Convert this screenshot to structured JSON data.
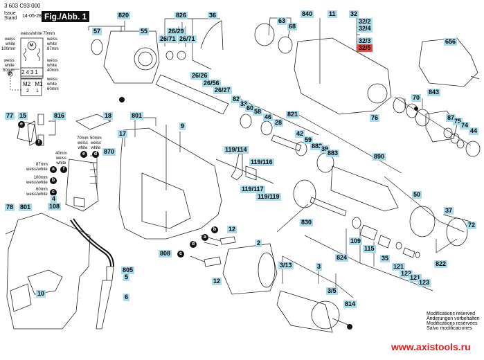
{
  "header": {
    "part_number": "3 603 C93 000",
    "issue_label_1": "Issue",
    "issue_label_2": "Stand",
    "issue_date": "14-05-28",
    "figure_label": "Fig./Abb. 1"
  },
  "wiring": {
    "top": "weiss/white 70mm",
    "left_100": [
      "weiss",
      "white",
      "100mm"
    ],
    "right_87": [
      "weiss",
      "white",
      "87mm"
    ],
    "left_50": [
      "weiss",
      "white",
      "50mm"
    ],
    "right_40": [
      "weiss",
      "white",
      "40mm"
    ],
    "right_60": [
      "weiss",
      "white",
      "60mm"
    ],
    "terminals": [
      "2",
      "4",
      "3",
      "1"
    ],
    "motors": [
      "M2",
      "M1"
    ],
    "bottom": [
      "2",
      "1"
    ],
    "motor_symbol": "M"
  },
  "switch_wires": {
    "e": [
      "70mm",
      "weiss",
      "white"
    ],
    "d": [
      "50mm",
      "weiss",
      "white"
    ],
    "f": [
      "40mm",
      "weiss",
      "white"
    ],
    "a": [
      "87mm",
      "weiss/white"
    ],
    "b": [
      "100mm",
      "weiss/white"
    ],
    "c": [
      "60mm",
      "weiss/white"
    ],
    "callouts": [
      "e",
      "d",
      "f",
      "a",
      "b",
      "c"
    ]
  },
  "brush_callouts": [
    "b",
    "a",
    "d",
    "c"
  ],
  "holder_callouts": [
    "e",
    "f"
  ],
  "x_markers": [
    "x",
    "x"
  ],
  "part_labels": [
    {
      "id": "820"
    },
    {
      "id": "57"
    },
    {
      "id": "55"
    },
    {
      "id": "826"
    },
    {
      "id": "26/29"
    },
    {
      "id": "26/71a",
      "text": "26/71"
    },
    {
      "id": "26/71b",
      "text": "26/71"
    },
    {
      "id": "36"
    },
    {
      "id": "26/26"
    },
    {
      "id": "26/56"
    },
    {
      "id": "26/27"
    },
    {
      "id": "840"
    },
    {
      "id": "63"
    },
    {
      "id": "68"
    },
    {
      "id": "11"
    },
    {
      "id": "32"
    },
    {
      "id": "32/2"
    },
    {
      "id": "32/4"
    },
    {
      "id": "32/3"
    },
    {
      "id": "32/5",
      "highlight": true
    },
    {
      "id": "656"
    },
    {
      "id": "843"
    },
    {
      "id": "70"
    },
    {
      "id": "87"
    },
    {
      "id": "75"
    },
    {
      "id": "74"
    },
    {
      "id": "44"
    },
    {
      "id": "82"
    },
    {
      "id": "33"
    },
    {
      "id": "60"
    },
    {
      "id": "58"
    },
    {
      "id": "46"
    },
    {
      "id": "28"
    },
    {
      "id": "821"
    },
    {
      "id": "42"
    },
    {
      "id": "59"
    },
    {
      "id": "883a",
      "text": "883"
    },
    {
      "id": "39"
    },
    {
      "id": "883b",
      "text": "883"
    },
    {
      "id": "76"
    },
    {
      "id": "890"
    },
    {
      "id": "50"
    },
    {
      "id": "37"
    },
    {
      "id": "72"
    },
    {
      "id": "822"
    },
    {
      "id": "830"
    },
    {
      "id": "109"
    },
    {
      "id": "115"
    },
    {
      "id": "824"
    },
    {
      "id": "35"
    },
    {
      "id": "121a",
      "text": "121"
    },
    {
      "id": "122"
    },
    {
      "id": "121b",
      "text": "121"
    },
    {
      "id": "123"
    },
    {
      "id": "77"
    },
    {
      "id": "15"
    },
    {
      "id": "816"
    },
    {
      "id": "18"
    },
    {
      "id": "801a",
      "text": "801"
    },
    {
      "id": "17"
    },
    {
      "id": "9"
    },
    {
      "id": "870"
    },
    {
      "id": "4"
    },
    {
      "id": "108"
    },
    {
      "id": "119/114"
    },
    {
      "id": "119/116"
    },
    {
      "id": "119/117"
    },
    {
      "id": "119/119"
    },
    {
      "id": "78"
    },
    {
      "id": "801b",
      "text": "801"
    },
    {
      "id": "10"
    },
    {
      "id": "805"
    },
    {
      "id": "5"
    },
    {
      "id": "6"
    },
    {
      "id": "808"
    },
    {
      "id": "12a",
      "text": "12"
    },
    {
      "id": "12b",
      "text": "12"
    },
    {
      "id": "2"
    },
    {
      "id": "3/13"
    },
    {
      "id": "3"
    },
    {
      "id": "3/5"
    },
    {
      "id": "814"
    }
  ],
  "notes": [
    "Modifications reserved",
    "Änderungen vorbehalten",
    "Modifications resérvées",
    "Salvo modificaciones"
  ],
  "website": "www.axistools.ru",
  "colors": {
    "label_bg": "#a9dbe8",
    "label_highlight": "#e8463b",
    "website": "#e21b1b"
  }
}
